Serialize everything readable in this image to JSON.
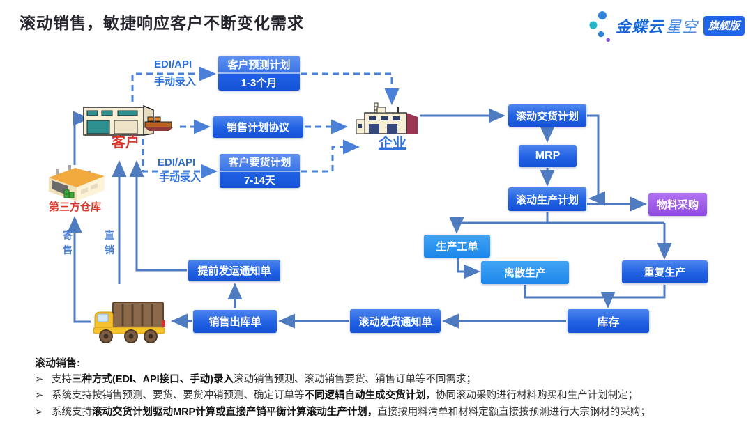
{
  "title": "滚动销售，敏捷响应客户不断变化需求",
  "logo": {
    "brand_bold": "金蝶云",
    "brand_light": "星空",
    "badge": "旗舰版"
  },
  "colors": {
    "box_blue_top": "#4e86ee",
    "box_blue_bottom": "#1452d6",
    "box_light_blue": "#1c86ea",
    "box_purple": "#8f4ade",
    "badge_blue": "#2065e8",
    "label_red": "#d8352b",
    "label_blue": "#2e6fd8",
    "line_blue": "#4f7cc0",
    "dashed_blue": "#4a80d8"
  },
  "diagram": {
    "actors": {
      "customer": "客户",
      "enterprise": "企业",
      "warehouse": "第三方仓库"
    },
    "edge_labels": {
      "edi_api_top": "EDI/API",
      "manual_top": "手动录入",
      "edi_api_bottom": "EDI/API",
      "manual_bottom": "手动录入",
      "consignment": "寄售",
      "direct_sale": "直销"
    },
    "nodes": {
      "forecast_title": "客户预测计划",
      "forecast_sub": "1-3个月",
      "sales_plan": "销售计划协议",
      "demand_title": "客户要货计划",
      "demand_sub": "7-14天",
      "rolling_delivery": "滚动交货计划",
      "mrp": "MRP",
      "rolling_production": "滚动生产计划",
      "material_purchase": "物料采购",
      "work_order": "生产工单",
      "discrete_production": "离散生产",
      "repetitive_production": "重复生产",
      "inventory": "库存",
      "advance_ship_notice": "提前发运通知单",
      "sales_outbound": "销售出库单",
      "rolling_ship_notice": "滚动发货通知单"
    }
  },
  "footer": {
    "heading": "滚动销售:",
    "bullet_glyph": "➢",
    "bullets": [
      {
        "pre": "支持",
        "bold": "三种方式(EDI、API接口、手动)录入",
        "post": "滚动销售预测、滚动销售要货、销售订单等不同需求；"
      },
      {
        "pre": "系统支持按销售预测、要货、要货冲销预测、确定订单等",
        "bold": "不同逻辑自动生成交货计划",
        "post": "，协同滚动采购进行材料购买和生产计划制定；"
      },
      {
        "pre": "系统支持",
        "bold": "滚动交货计划驱动MRP计算或直接产销平衡计算滚动生产计划，",
        "post": "直接按用料清单和材料定额直接按预测进行大宗钢材的采购；"
      }
    ]
  }
}
